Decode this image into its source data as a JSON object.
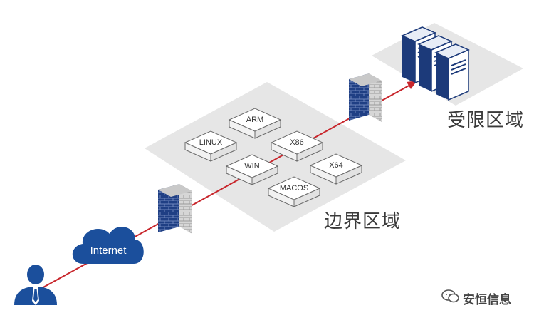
{
  "zones": {
    "boundary_label": "边界区域",
    "restricted_label": "受限区域"
  },
  "cloud": {
    "label": "Internet"
  },
  "devices": [
    {
      "id": "arm",
      "label": "ARM"
    },
    {
      "id": "linux",
      "label": "LINUX"
    },
    {
      "id": "x86",
      "label": "X86"
    },
    {
      "id": "win",
      "label": "WIN"
    },
    {
      "id": "x64",
      "label": "X64"
    },
    {
      "id": "macos",
      "label": "MACOS"
    }
  ],
  "watermark": {
    "text": "安恒信息",
    "icon": "wechat-icon"
  },
  "colors": {
    "link": "#c8262c",
    "firewall": "#1f3f84",
    "server": "#1c3a7a",
    "user": "#1b4f9c",
    "cloud": "#1b4f9c",
    "platform": "#e6e6e6"
  }
}
